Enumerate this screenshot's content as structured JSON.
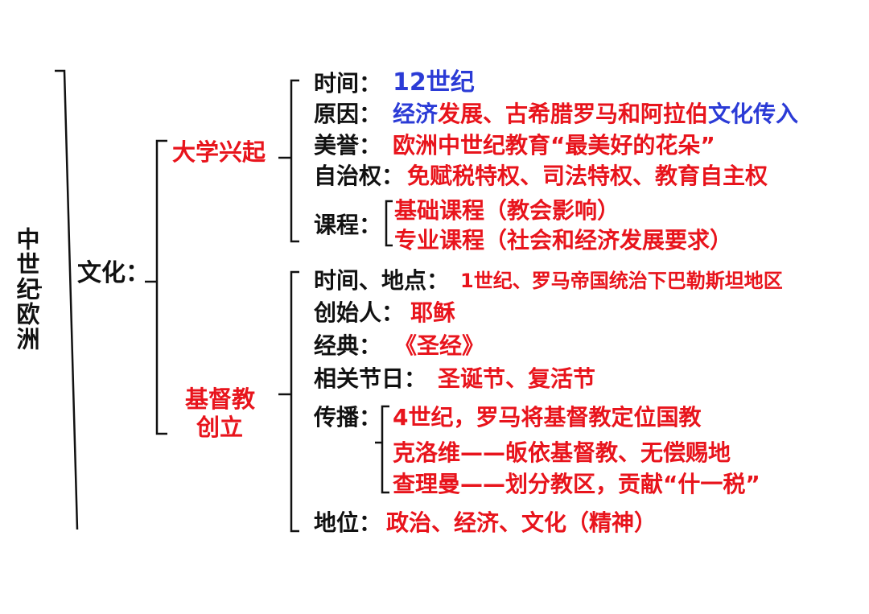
{
  "root": {
    "label": "中世纪欧洲"
  },
  "culture": {
    "label": "文化",
    "colon": "："
  },
  "university": {
    "label": "大学兴起",
    "time": {
      "key": "时间：",
      "value": "12世纪"
    },
    "reason": {
      "key": "原因：",
      "parts": [
        "经济",
        "发展、古希腊罗马和阿拉伯",
        "文化传入"
      ]
    },
    "honor": {
      "key": "美誉：",
      "value": "欧洲中世纪教育“最美好的花朵”"
    },
    "autonomy": {
      "key": "自治权：",
      "value": "免赋税特权、司法特权、教育自主权"
    },
    "courses": {
      "key": "课程：",
      "items": [
        "基础课程（教会影响）",
        "专业课程（社会和经济发展要求）"
      ]
    }
  },
  "christianity": {
    "label_line1": "基督教",
    "label_line2": "创立",
    "time_place": {
      "key": "时间、地点：",
      "value": "1世纪、罗马帝国统治下巴勒斯坦地区"
    },
    "founder": {
      "key": "创始人：",
      "value": "耶稣"
    },
    "classic": {
      "key": "经典：",
      "value": "《圣经》"
    },
    "festivals": {
      "key": "相关节日：",
      "value": "圣诞节、复活节"
    },
    "spread": {
      "key": "传播：",
      "items": [
        "4世纪，罗马将基督教定位国教",
        "克洛维——皈依基督教、无偿赐地",
        "查理曼——划分教区，贡献“什一税”"
      ]
    },
    "status": {
      "key": "地位：",
      "value": "政治、经济、文化（精神）"
    }
  },
  "colors": {
    "black": "#111111",
    "red": "#e8141c",
    "blue": "#2b3bd6"
  }
}
